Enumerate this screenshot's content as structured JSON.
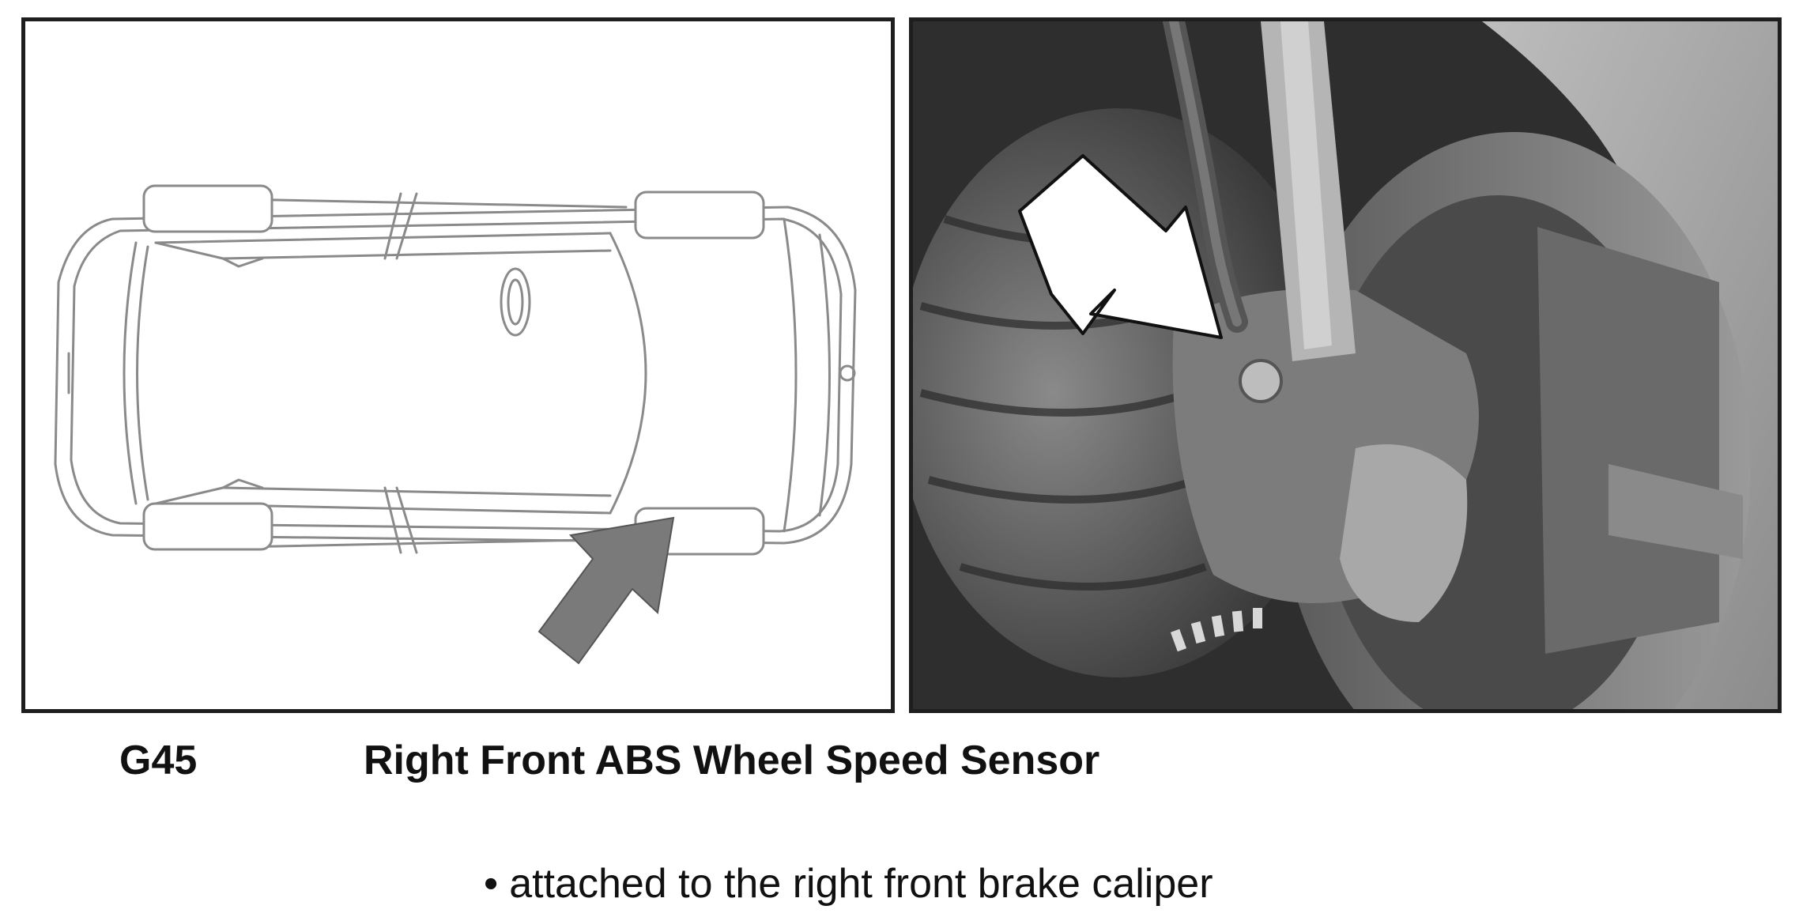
{
  "component": {
    "code": "G45",
    "name": "Right Front ABS Wheel Speed Sensor"
  },
  "location_note": {
    "bullet": "•",
    "text": "attached to the right front brake caliper"
  },
  "colors": {
    "panel_border": "#1e1e1e",
    "car_line": "#8a8a8a",
    "locator_arrow": "#7a7a7a",
    "photo_arrow": "#ffffff"
  },
  "icons": {
    "locator_arrow": "arrow-up-right-icon",
    "photo_pointer": "arrow-down-right-icon"
  }
}
